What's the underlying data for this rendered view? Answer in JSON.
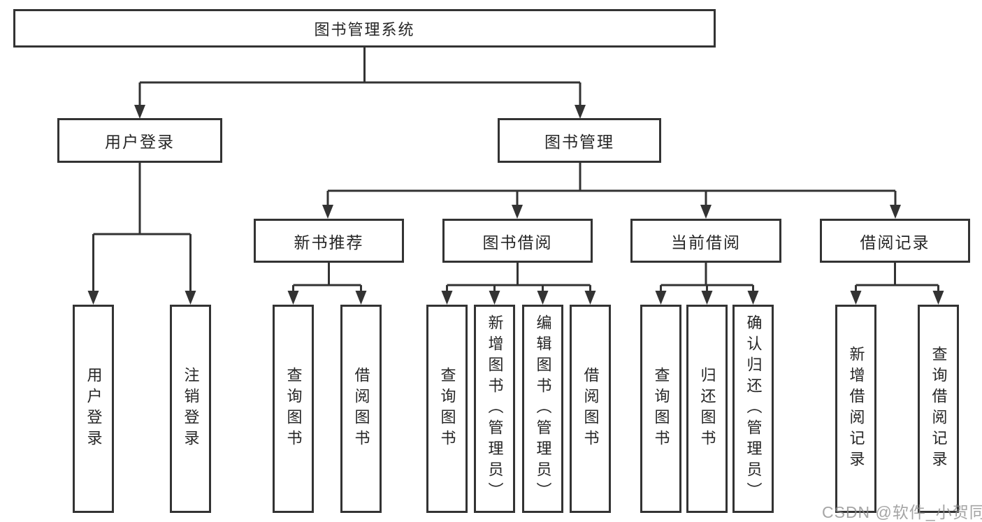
{
  "diagram": {
    "root": {
      "label": "图书管理系统"
    },
    "level2": [
      {
        "label": "用户登录"
      },
      {
        "label": "图书管理"
      }
    ],
    "level3": [
      {
        "label": "新书推荐"
      },
      {
        "label": "图书借阅"
      },
      {
        "label": "当前借阅"
      },
      {
        "label": "借阅记录"
      }
    ],
    "leaves": {
      "login": [
        {
          "label": "用户登录"
        },
        {
          "label": "注销登录"
        }
      ],
      "recommend": [
        {
          "label": "查询图书"
        },
        {
          "label": "借阅图书"
        }
      ],
      "borrow": [
        {
          "label": "查询图书"
        },
        {
          "label": "新增图书（管理员）"
        },
        {
          "label": "编辑图书（管理员）"
        },
        {
          "label": "借阅图书"
        }
      ],
      "current": [
        {
          "label": "查询图书"
        },
        {
          "label": "归还图书"
        },
        {
          "label": "确认归还（管理员）"
        }
      ],
      "records": [
        {
          "label": "新增借阅记录"
        },
        {
          "label": "查询借阅记录"
        }
      ]
    }
  },
  "watermark": {
    "text": "CSDN @软件_小贺同学"
  },
  "colors": {
    "line": "#333333",
    "box_border": "#333333",
    "text": "#262626",
    "watermark": "#8c8c8c",
    "background": "#ffffff"
  }
}
